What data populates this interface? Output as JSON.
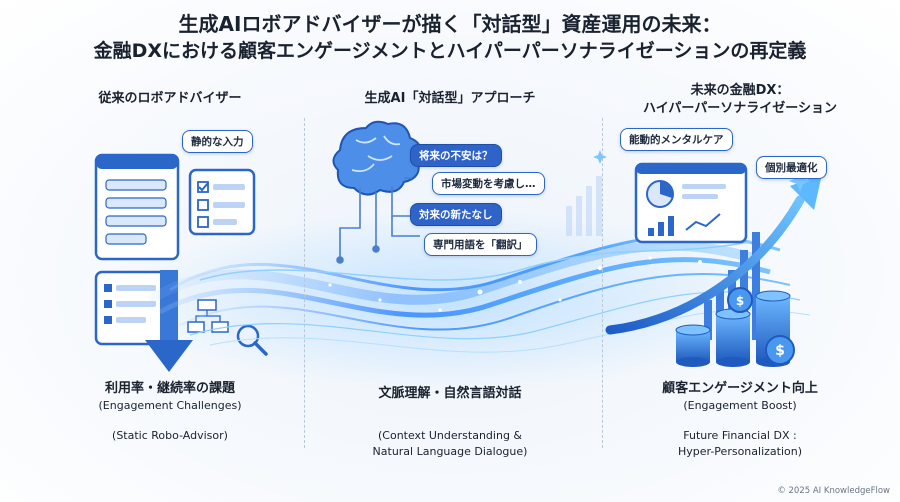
{
  "title": {
    "line1": "生成AIロボアドバイザーが描く「対話型」資産運用の未来：",
    "line2": "金融DXにおける顧客エンゲージメントとハイパーパーソナライゼーションの再定義"
  },
  "columns": {
    "left": {
      "heading": "従来のロボアドバイザー",
      "bubble": "静的な入力",
      "caption_jp": "利用率・継続率の課題",
      "caption_en": "(Engagement Challenges)",
      "caption_sub": "(Static Robo-Advisor)"
    },
    "center": {
      "heading": "生成AI「対話型」アプローチ",
      "bubbles": [
        "将来の不安は？",
        "市場変動を考慮し…",
        "対来の新たなし",
        "専門用語を「翻訳」"
      ],
      "caption_jp": "文脈理解・自然言語対話",
      "caption_en_1": "(Context Understanding &",
      "caption_en_2": "Natural Language Dialogue)"
    },
    "right": {
      "heading_1": "未来の金融DX：",
      "heading_2": "ハイパーパーソナライゼーション",
      "bubble_1": "能動的メンタルケア",
      "bubble_2": "個別最適化",
      "caption_jp": "顧客エンゲージメント向上",
      "caption_en": "(Engagement Boost)",
      "caption_sub_1": "Future Financial DX :",
      "caption_sub_2": "Hyper-Personalization)"
    }
  },
  "footer": {
    "copyright": "© 2025 AI KnowledgeFlow"
  },
  "colors": {
    "primary": "#2b66c9",
    "accent": "#3aa0ff",
    "text": "#1a2230",
    "divider": "#b9c7da"
  },
  "icons": [
    "form-window-icon",
    "checklist-icon",
    "down-arrow-icon",
    "magnifier-icon",
    "brain-icon",
    "dashboard-icon",
    "growth-arrow-icon",
    "coin-stack-icon",
    "data-flow-stream"
  ]
}
